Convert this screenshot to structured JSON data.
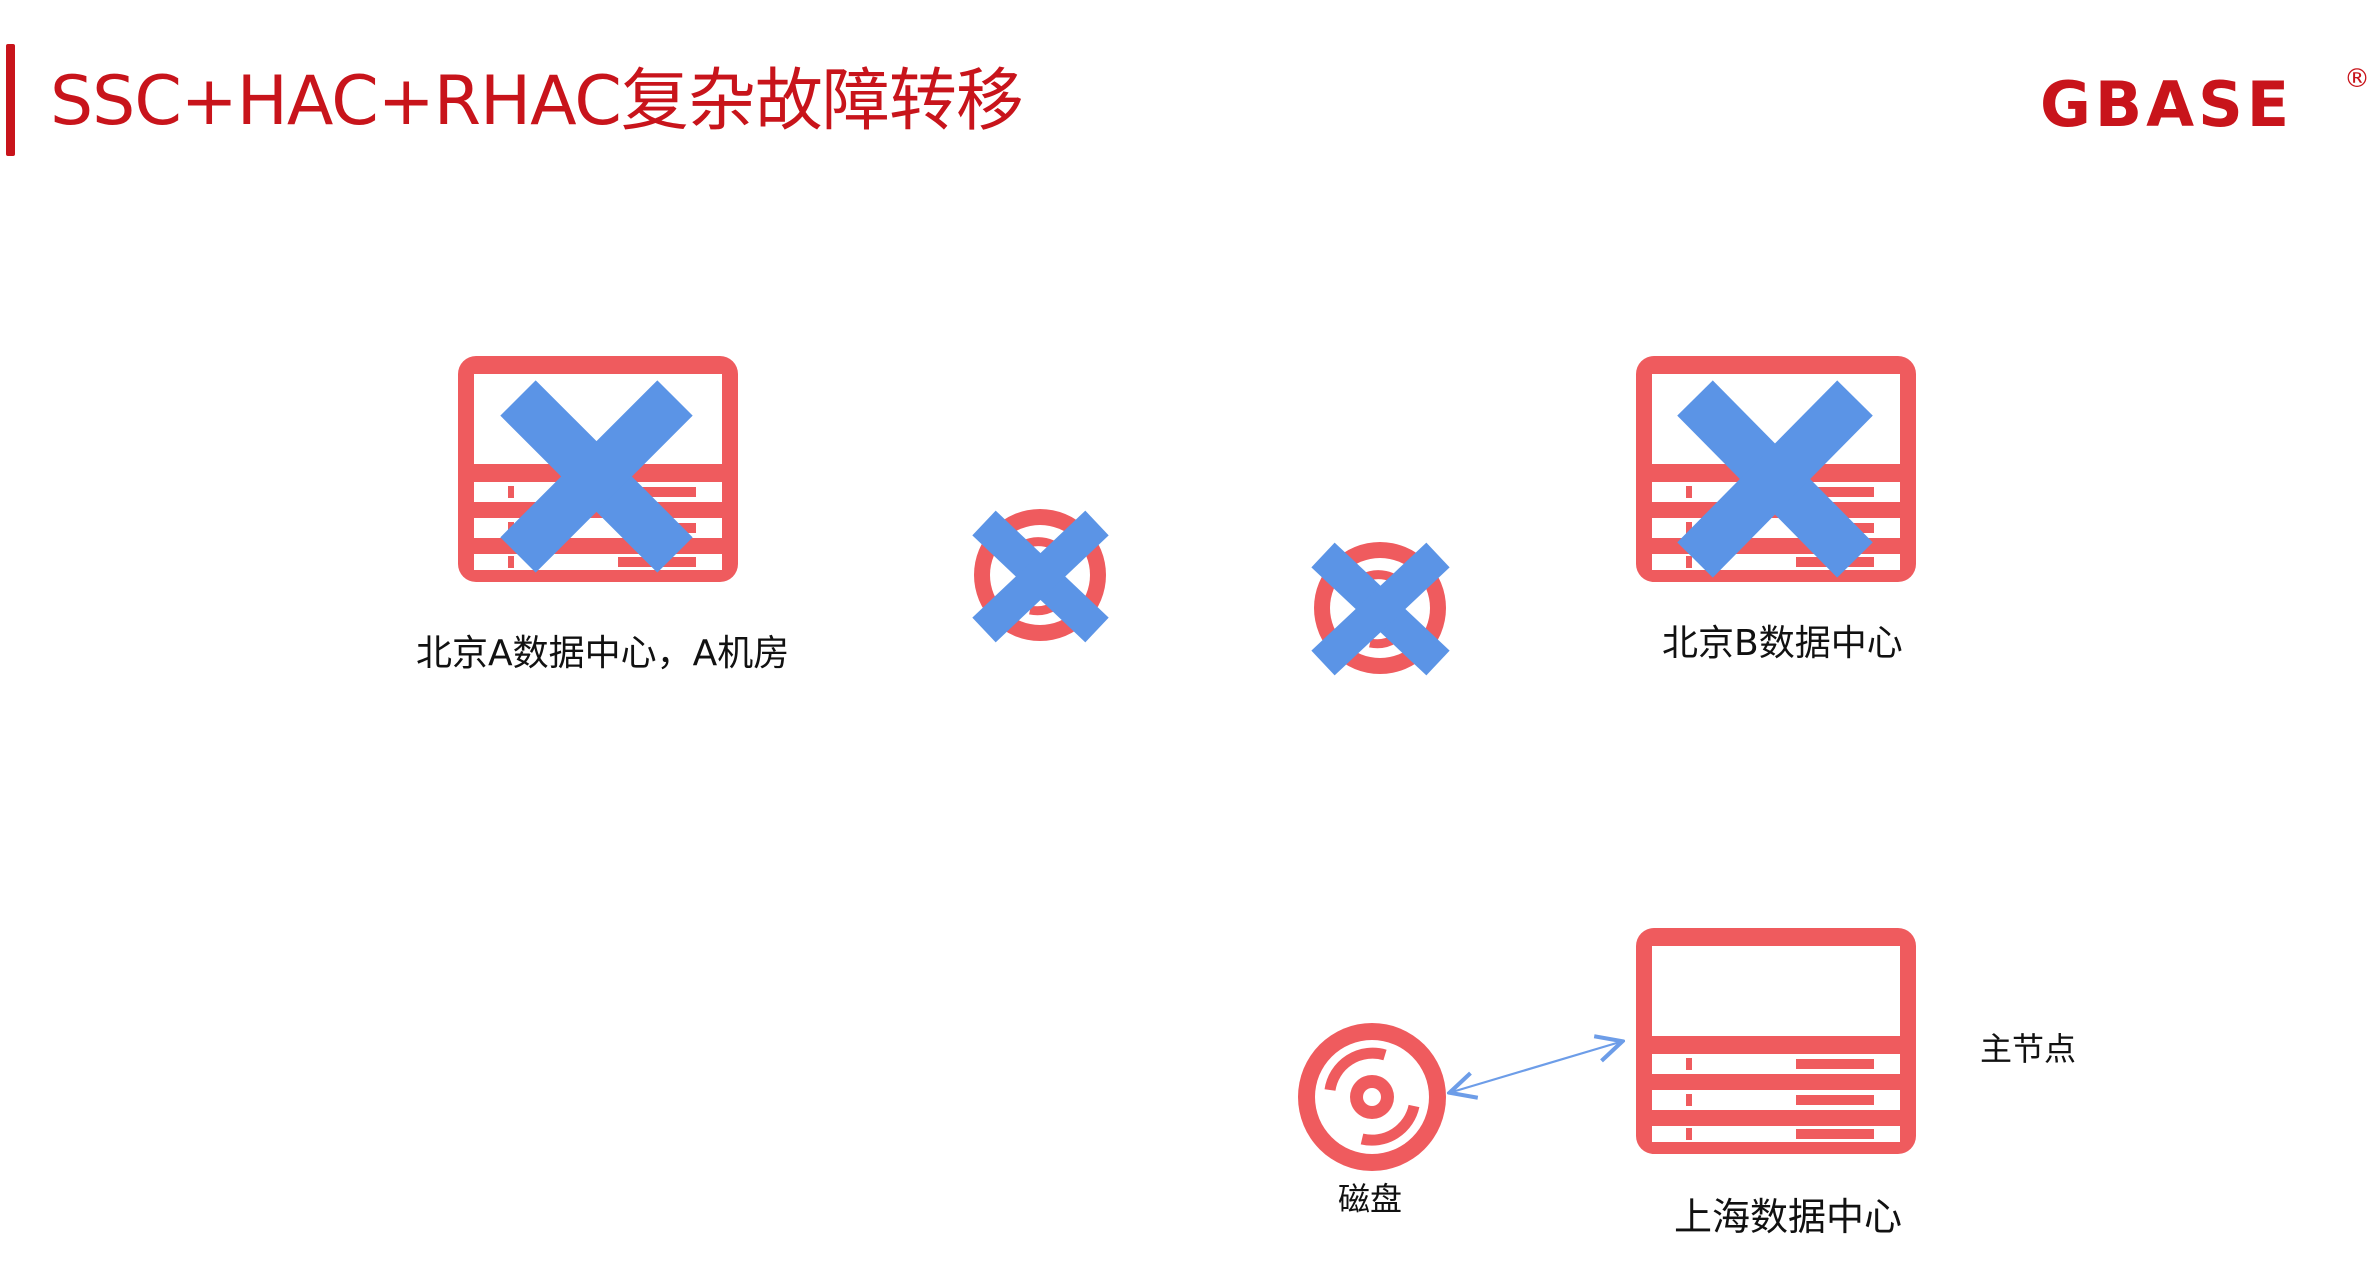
{
  "slide": {
    "title": "SSC+HAC+RHAC复杂故障转移"
  },
  "logo": {
    "text": "GBASE",
    "registered_mark": "®"
  },
  "nodes": {
    "beijing_a": {
      "label": "北京A数据中心，A机房",
      "status": "failed"
    },
    "beijing_b": {
      "label": "北京B数据中心",
      "status": "failed"
    },
    "shanghai": {
      "label": "上海数据中心",
      "status": "active",
      "role_label": "主节点"
    },
    "disk": {
      "label": "磁盘"
    }
  },
  "colors": {
    "title_red": "#c8141b",
    "server_red": "#ef5b5e",
    "failure_cross_blue": "#5b94e6",
    "arrow_blue": "#6d9de8"
  },
  "icons": {
    "server": "server-rack-icon",
    "storage": "disk-icon",
    "failure": "x-cross-icon"
  }
}
